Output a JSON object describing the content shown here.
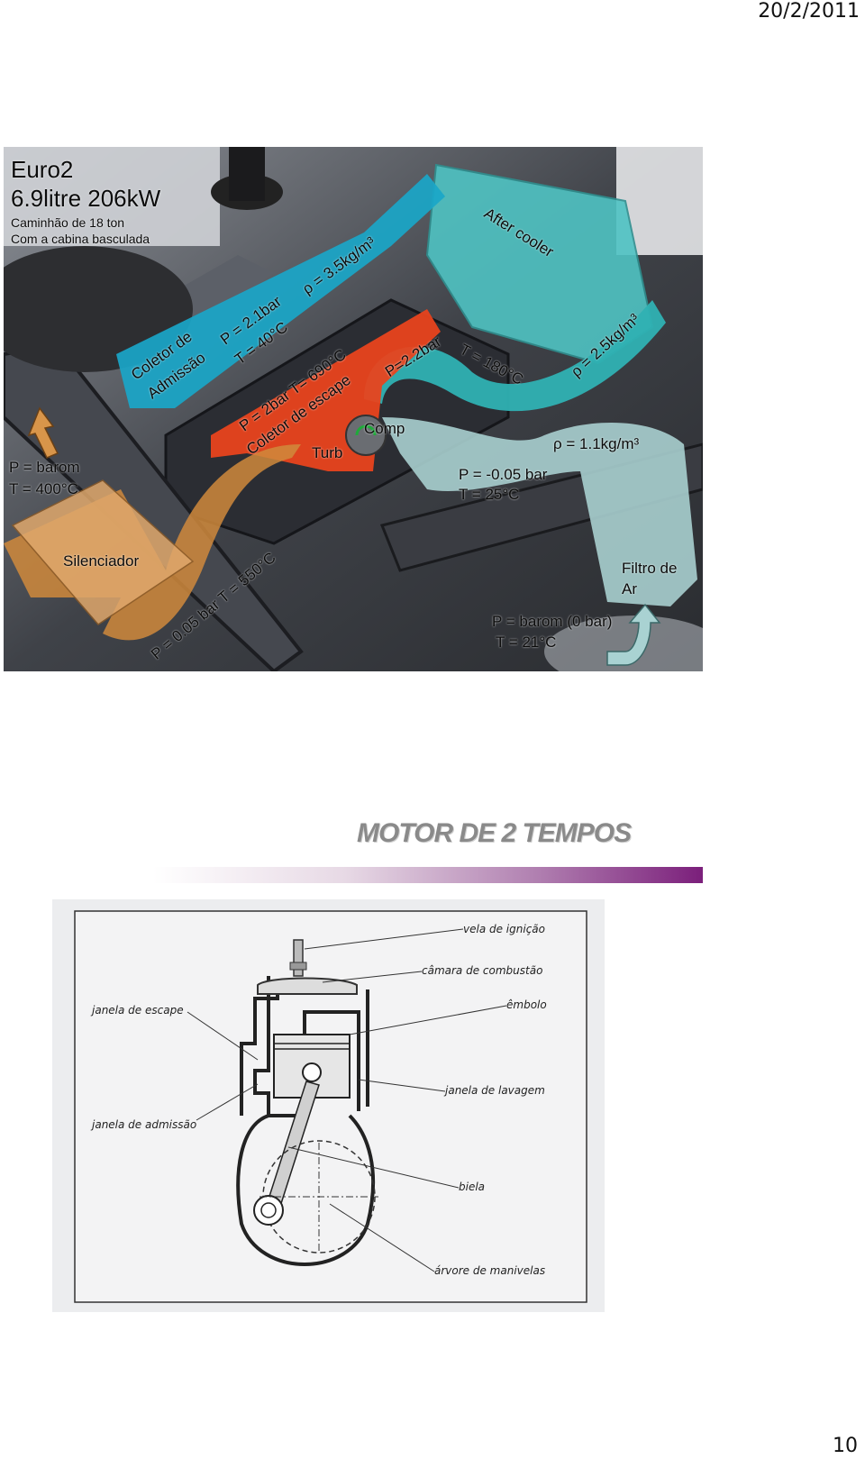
{
  "header": {
    "date": "20/2/2011"
  },
  "footer": {
    "page_number": "10"
  },
  "engine_slide": {
    "title_line1": "Euro2",
    "title_line2": "6.9litre 206kW",
    "subtitle_line1": "Caminhão de 18 ton",
    "subtitle_line2": "Com a cabina basculada",
    "after_cooler": "After cooler",
    "intake_manifold_line1": "Coletor de",
    "intake_manifold_line2": "Admissão",
    "intake_p": "P = 2.1bar",
    "intake_t": "T = 40°C",
    "intake_rho": "ρ = 3.5kg/m³",
    "pipe_p": "P=2.2bar",
    "pipe_t": "T = 180°C",
    "pipe_rho": "ρ = 2.5kg/m³",
    "exhaust_pt": "P = 2bar T= 690°C",
    "exhaust_name": "Coletor de escape",
    "comp": "Comp",
    "turb": "Turb",
    "rho_air": "ρ = 1.1kg/m³",
    "air_p": "P = -0.05 bar",
    "air_t": "T = 25°C",
    "outlet_p": "P = barom",
    "outlet_t": "T = 400°C",
    "silencer": "Silenciador",
    "filter_line1": "Filtro de",
    "filter_line2": "Ar",
    "exhaust_pipe": "P = 0.05 bar  T = 550°C",
    "inlet_p": "P = barom (0 bar)",
    "inlet_t": "T = 21°C",
    "colors": {
      "intake": "#1aa6c8",
      "after_cooler": "#4fc3c3",
      "exhaust": "#e8431e",
      "exhaust_pipe": "#d08a3c",
      "air_intake": "#a9cfcf"
    }
  },
  "two_stroke_slide": {
    "title": "MOTOR DE 2 TEMPOS",
    "accent_color": "#7b1f7b",
    "labels": {
      "spark_plug": "vela de ignição",
      "combustion_chamber": "câmara de combustão",
      "piston": "êmbolo",
      "exhaust_port": "janela de escape",
      "scavenge_port": "janela de lavagem",
      "intake_port": "janela de admissão",
      "connecting_rod": "biela",
      "crankshaft": "árvore de manivelas"
    }
  }
}
